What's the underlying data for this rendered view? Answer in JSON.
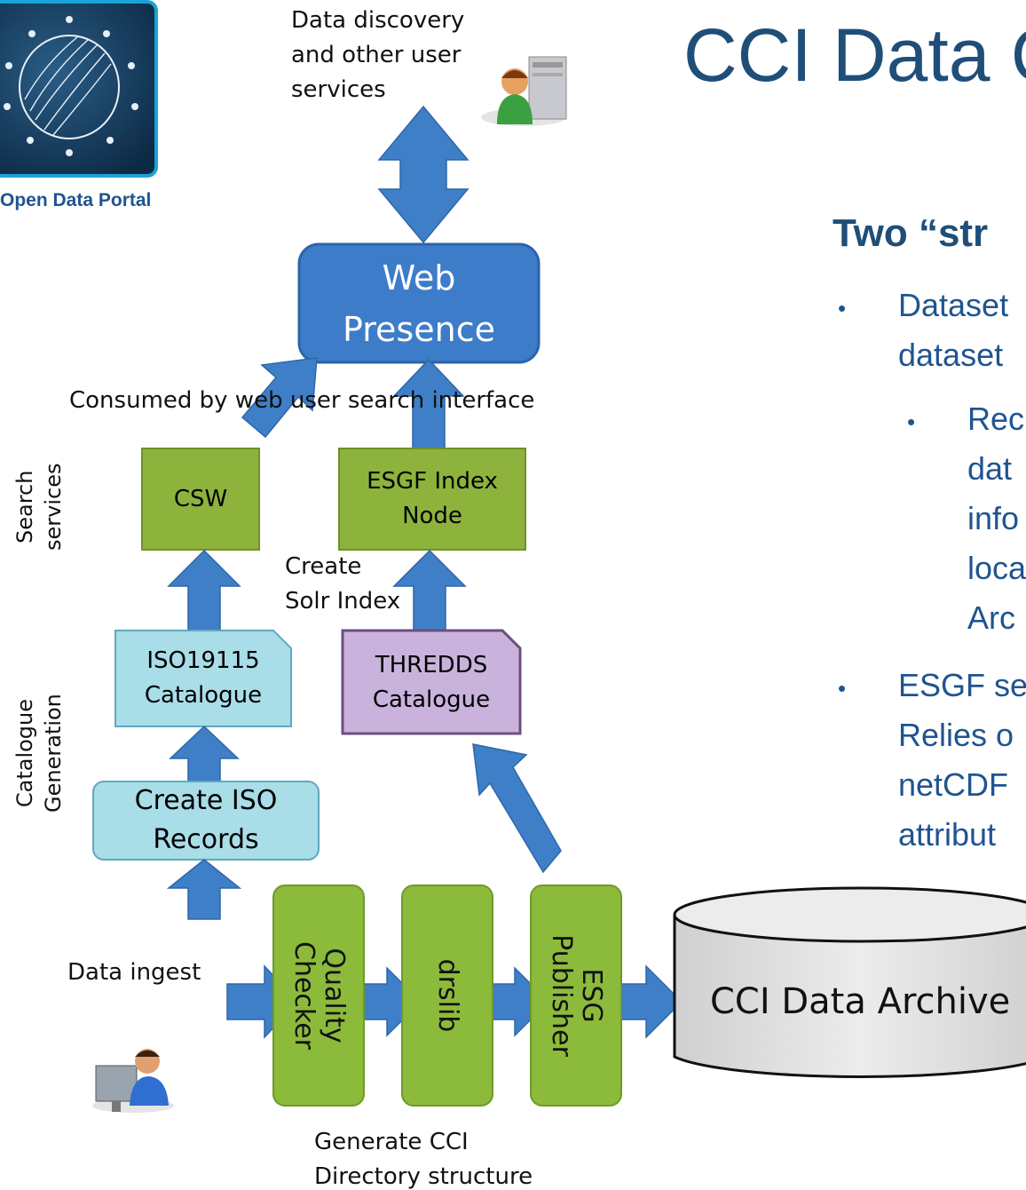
{
  "slide": {
    "title": "CCI Data C",
    "subheading": "Two “str",
    "bullets": [
      {
        "lines": [
          "Dataset",
          "dataset"
        ]
      },
      {
        "lines": [
          "ESGF se",
          "Relies o",
          "netCDF",
          "attribut"
        ]
      }
    ],
    "sub_bullets": [
      {
        "lines": [
          "Rec",
          "dat",
          "info",
          "loca",
          "Arc"
        ]
      }
    ]
  },
  "logo": {
    "caption": "Open Data Portal",
    "icon": "globe-stars-icon"
  },
  "diagram": {
    "top_note": [
      "Data discovery",
      "and other user",
      "services"
    ],
    "web_presence": [
      "Web",
      "Presence"
    ],
    "consumed_note": "Consumed by web user search interface",
    "csw": "CSW",
    "esgf_index": [
      "ESGF Index",
      "Node"
    ],
    "solr_note": [
      "Create",
      "Solr Index"
    ],
    "iso_catalogue": [
      "ISO19115",
      "Catalogue"
    ],
    "thredds_catalogue": [
      "THREDDS",
      "Catalogue"
    ],
    "create_iso": [
      "Create ISO",
      "Records"
    ],
    "quality_checker": [
      "Quality",
      "Checker"
    ],
    "drslib": "drslib",
    "esg_publisher": [
      "ESG",
      "Publisher"
    ],
    "archive": "CCI Data Archive",
    "data_ingest": "Data ingest",
    "directory_note": [
      "Generate CCI",
      "Directory structure"
    ],
    "side_labels": {
      "search": [
        "Search",
        "services"
      ],
      "catalogue": [
        "Catalogue",
        "Generation"
      ]
    },
    "colors": {
      "arrow": "#3f7fc8",
      "web_box": "#3d7cc9",
      "green": "#8db33d",
      "cyan": "#a9dde8",
      "purple": "#c9b3dc",
      "archive": "#d9d9d9",
      "title": "#1f4e79"
    }
  }
}
